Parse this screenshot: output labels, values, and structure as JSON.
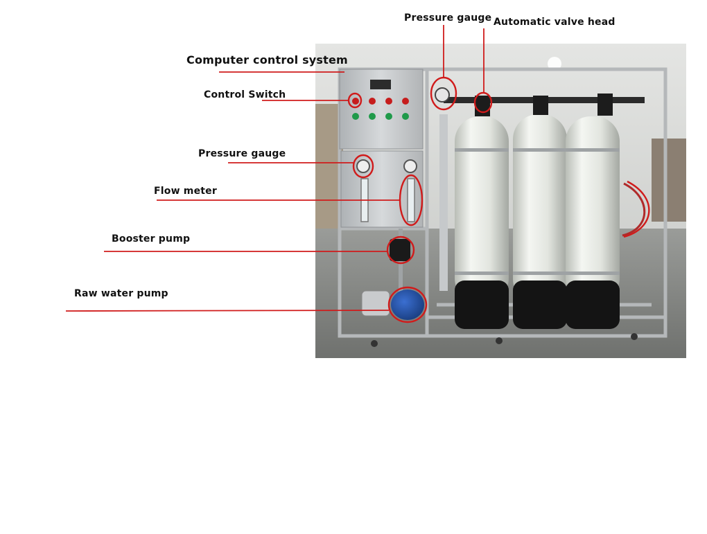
{
  "labels": {
    "computer_control_system": "Computer control system",
    "control_switch": "Control Switch",
    "pressure_gauge_left": "Pressure gauge",
    "flow_meter": "Flow meter",
    "booster_pump": "Booster pump",
    "raw_water_pump": "Raw water pump",
    "pressure_gauge_top": "Pressure gauge",
    "automatic_valve_head": "Automatic valve head"
  },
  "colors": {
    "callout": "#d01b1b",
    "label_text": "#111111",
    "tank": "#eef0ec",
    "tank_base": "#151515",
    "frame": "#b9bcbf",
    "cabinet": "#c9ccce",
    "wall": "#d6d8d6",
    "floor": "#8a8c8a"
  }
}
